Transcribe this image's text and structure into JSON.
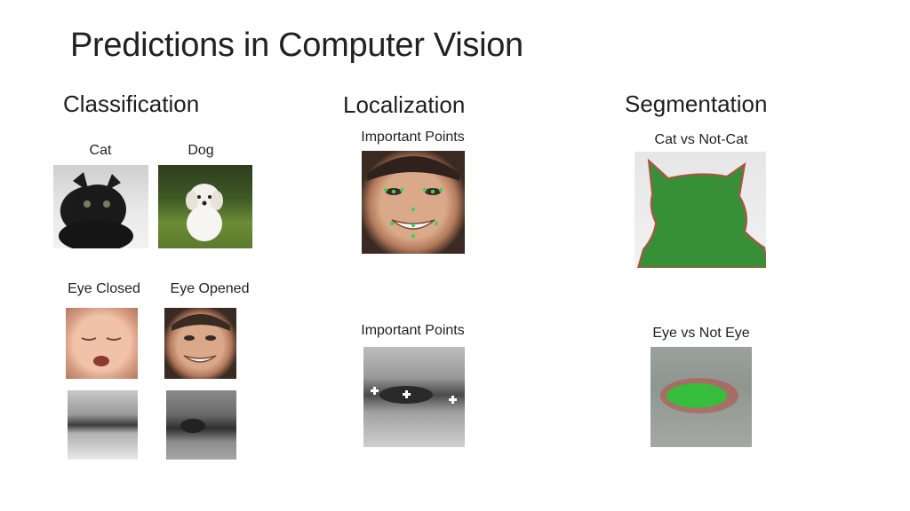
{
  "slide": {
    "title": "Predictions in Computer Vision",
    "sections": {
      "classification": {
        "heading": "Classification",
        "labels": {
          "cat": "Cat",
          "dog": "Dog",
          "eye_closed": "Eye Closed",
          "eye_opened": "Eye Opened"
        }
      },
      "localization": {
        "heading": "Localization",
        "labels": {
          "points_top": "Important Points",
          "points_bottom": "Important Points"
        }
      },
      "segmentation": {
        "heading": "Segmentation",
        "labels": {
          "cat_vs": "Cat vs Not-Cat",
          "eye_vs": "Eye vs Not Eye"
        }
      }
    },
    "colors": {
      "landmark": "#3fd25a",
      "mask": "#2e8b2e"
    }
  }
}
